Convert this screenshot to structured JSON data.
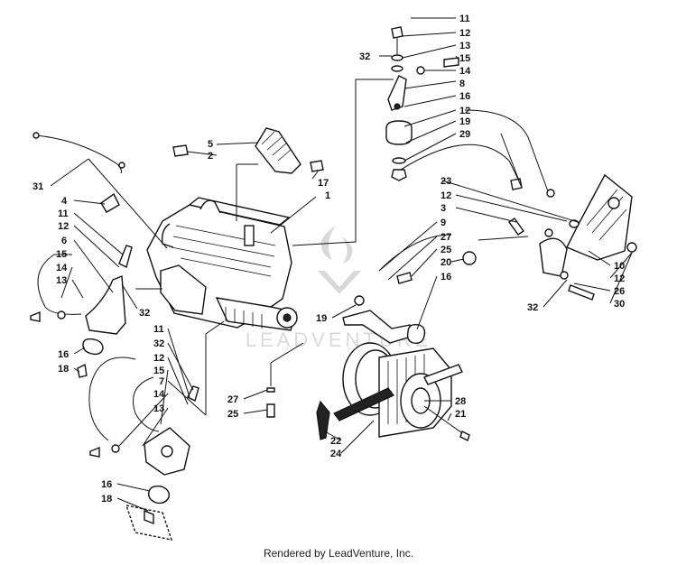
{
  "callouts": {
    "c11a": "11",
    "c12a": "12",
    "c32a": "32",
    "c13a": "13",
    "c15a": "15",
    "c14a": "14",
    "c8": "8",
    "c16a": "16",
    "c12b": "12",
    "c19a": "19",
    "c29": "29",
    "c5": "5",
    "c2": "2",
    "c17": "17",
    "c1": "1",
    "c31": "31",
    "c4": "4",
    "c11b": "11",
    "c12c": "12",
    "c6": "6",
    "c15b": "15",
    "c14b": "14",
    "c13b": "13",
    "c32b": "32",
    "c16b": "16",
    "c18a": "18",
    "c23": "23",
    "c12d": "12",
    "c3": "3",
    "c9": "9",
    "c27a": "27",
    "c25a": "25",
    "c20": "20",
    "c16c": "16",
    "c10": "10",
    "c12e": "12",
    "c26": "26",
    "c30": "30",
    "c32c": "32",
    "c19b": "19",
    "c11c": "11",
    "c32d": "32",
    "c12f": "12",
    "c15c": "15",
    "c7": "7",
    "c14c": "14",
    "c13c": "13",
    "c27b": "27",
    "c25b": "25",
    "c28": "28",
    "c21": "21",
    "c22": "22",
    "c24": "24",
    "c16d": "16",
    "c18b": "18"
  },
  "watermark": "LEADVENTURE",
  "footer": "Rendered by LeadVenture, Inc."
}
